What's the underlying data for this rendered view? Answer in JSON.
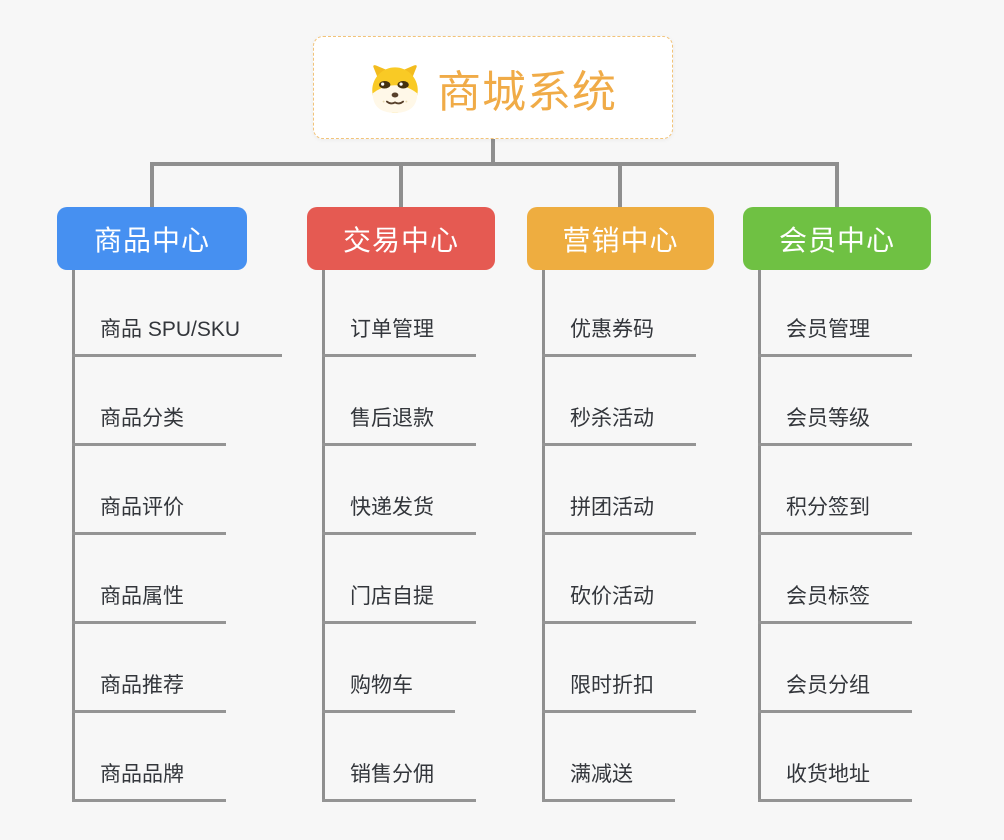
{
  "page": {
    "background_color": "#F7F7F7",
    "connector_color": "#8F8F8F"
  },
  "root": {
    "title": "商城系统",
    "icon": "dog-face-icon",
    "text_color": "#F0AB47",
    "border_color": "#F2C379",
    "background": "#FFFFFF"
  },
  "branches": [
    {
      "label": "商品中心",
      "color": "#4690F1",
      "items": [
        "商品 SPU/SKU",
        "商品分类",
        "商品评价",
        "商品属性",
        "商品推荐",
        "商品品牌"
      ]
    },
    {
      "label": "交易中心",
      "color": "#E55A52",
      "items": [
        "订单管理",
        "售后退款",
        "快递发货",
        "门店自提",
        "购物车",
        "销售分佣"
      ]
    },
    {
      "label": "营销中心",
      "color": "#EEAD40",
      "items": [
        "优惠券码",
        "秒杀活动",
        "拼团活动",
        "砍价活动",
        "限时折扣",
        "满减送"
      ]
    },
    {
      "label": "会员中心",
      "color": "#6FC143",
      "items": [
        "会员管理",
        "会员等级",
        "积分签到",
        "会员标签",
        "会员分组",
        "收货地址"
      ]
    }
  ]
}
